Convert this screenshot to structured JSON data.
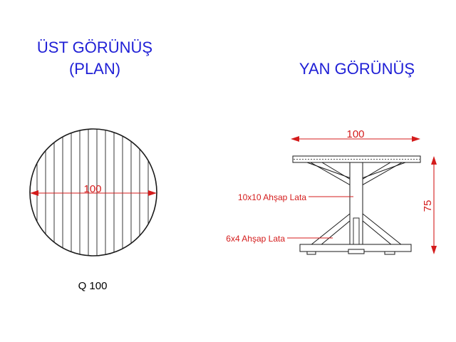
{
  "top_view": {
    "title_line1": "ÜST GÖRÜNÜŞ",
    "title_line2": "(PLAN)",
    "diameter_label": "100",
    "caption": "Q 100"
  },
  "side_view": {
    "title": "YAN GÖRÜNÜŞ",
    "width_label": "100",
    "height_label": "75",
    "label_post": "10x10 Ahşap Lata",
    "label_brace": "6x4 Ahşap Lata"
  },
  "colors": {
    "title": "#1f1fd6",
    "dimension": "#d41c1c",
    "outline": "#1a1a1a"
  }
}
